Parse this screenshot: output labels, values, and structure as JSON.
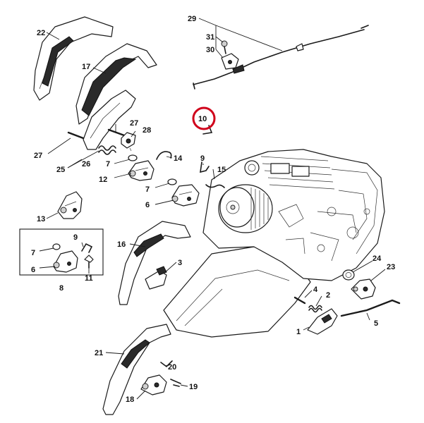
{
  "labels": {
    "l1": "1",
    "l2": "2",
    "l3": "3",
    "l4": "4",
    "l5": "5",
    "l6a": "6",
    "l6b": "6",
    "l7a": "7",
    "l7b": "7",
    "l7c": "7",
    "l8": "8",
    "l9a": "9",
    "l9b": "9",
    "l10": "10",
    "l11": "11",
    "l12": "12",
    "l13": "13",
    "l14": "14",
    "l15": "15",
    "l16": "16",
    "l17": "17",
    "l18": "18",
    "l19": "19",
    "l20": "20",
    "l21": "21",
    "l22": "22",
    "l23": "23",
    "l24": "24",
    "l25": "25",
    "l26": "26",
    "l27a": "27",
    "l27b": "27",
    "l28": "28",
    "l29": "29",
    "l30": "30",
    "l31": "31"
  },
  "highlighted_part": "10",
  "colors": {
    "highlight": "#d0021b",
    "line": "#1a1a1a"
  }
}
